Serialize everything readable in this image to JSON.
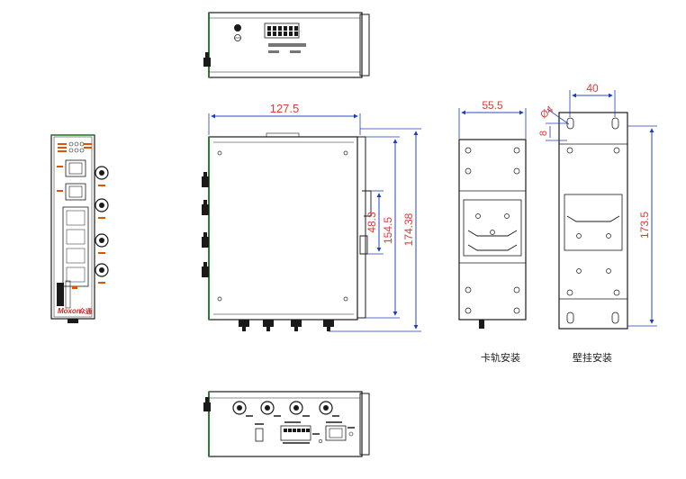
{
  "dimensions": {
    "overall_width": "127.5",
    "overall_height": "174.38",
    "body_height": "154.5",
    "rail_offset": "48.3",
    "rail_mount_width": "55.5",
    "wall_hole_spacing": "40",
    "wall_hole_diameter": "Ø4",
    "wall_hole_edge": "8",
    "wall_plate_height": "173.5"
  },
  "captions": {
    "din_rail_mount": "卡轨安装",
    "wall_mount": "壁挂安装"
  },
  "front_panel": {
    "brand": "Moxon",
    "brand_suffix": "众通"
  }
}
